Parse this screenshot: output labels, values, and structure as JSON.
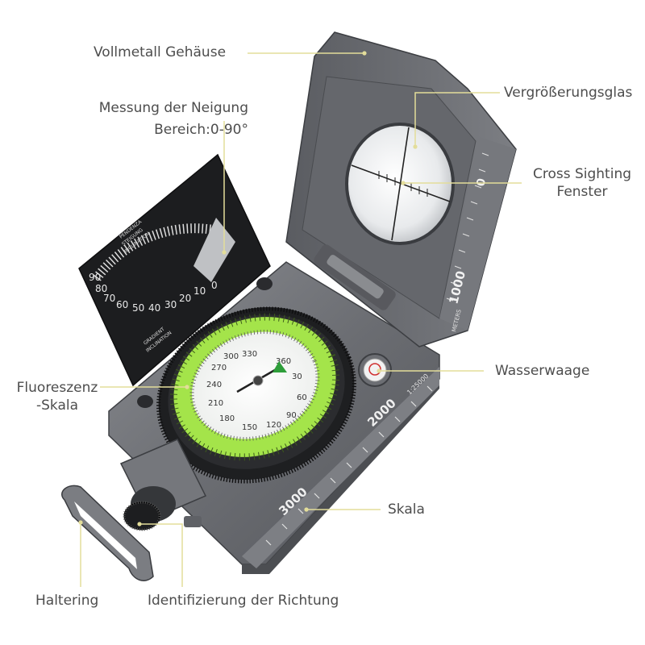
{
  "labels": {
    "vollmetall": "Vollmetall Gehäuse",
    "neigung_line1": "Messung der Neigung",
    "neigung_line2": "Bereich:0-90°",
    "vergroesserung": "Vergrößerungsglas",
    "cross_line1": "Cross Sighting",
    "cross_line2": "Fenster",
    "wasserwaage": "Wasserwaage",
    "fluoreszenz_line1": "Fluoreszenz",
    "fluoreszenz_line2": "-Skala",
    "skala": "Skala",
    "haltering": "Haltering",
    "identifizierung": "Identifizierung der Richtung"
  },
  "device_text": {
    "scale_1000": "1000",
    "scale_2000": "2000",
    "scale_3000": "3000",
    "meters": "METERS",
    "ratio": "1:25000",
    "clino_title1": "PENDENZA",
    "clino_title2": "STEIGUNG",
    "clino_title3": "INCLINATION",
    "clino_bottom1": "GRADIENT",
    "clino_bottom2": "INCLINATION",
    "clino_numbers": [
      "90",
      "80",
      "70",
      "60",
      "50",
      "40",
      "30",
      "20",
      "10",
      "0"
    ],
    "dial_numbers": [
      "330",
      "360",
      "30",
      "60",
      "90",
      "120",
      "150",
      "180",
      "210",
      "240",
      "270",
      "300"
    ],
    "sight_zero": "0"
  },
  "colors": {
    "leader_line": "#e3dd9a",
    "label_text": "#4d4d4d",
    "body_metal": "#6e7075",
    "dark_metal": "#4f5156",
    "fluorescent": "#a4e44a",
    "bezel": "#1e1f21"
  }
}
